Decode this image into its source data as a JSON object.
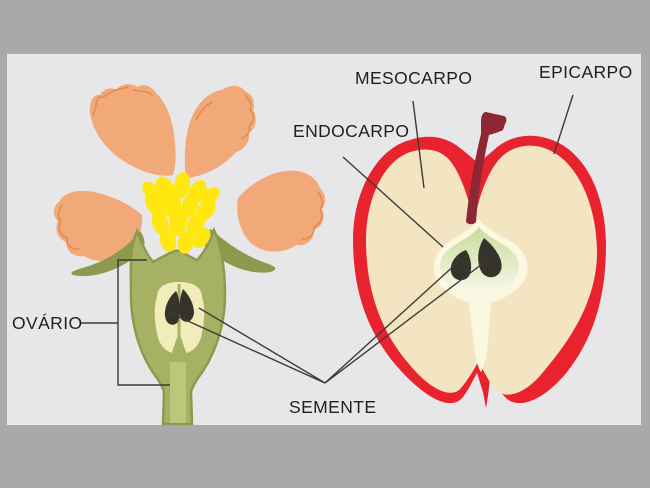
{
  "diagram": {
    "labels": {
      "ovario": "OVÁRIO",
      "mesocarpo": "MESOCARPO",
      "epicarpo": "EPICARPO",
      "endocarpo": "ENDOCARPO",
      "semente": "SEMENTE"
    },
    "colors": {
      "frame": "#a9a9a9",
      "canvas": "#e7e7e9",
      "petal": "#f2a97a",
      "petal_detail": "#e2863f",
      "stamen_yellow": "#ffe70f",
      "sepal_green": "#a7b163",
      "sepal_green_dark": "#8d9a4e",
      "ovary_style": "#bcc67c",
      "ovary_interior": "#f0edba",
      "seed": "#35332a",
      "apple_skin_red": "#e8232e",
      "apple_flesh": "#f3e5c1",
      "apple_stem": "#8c2733",
      "core_pale": "#fbf8e2",
      "core_green": "#c9db9e",
      "core_glow": "#f7f7e6",
      "pointer_line": "#3a3a3a",
      "label_text": "#1f1f1f"
    }
  }
}
